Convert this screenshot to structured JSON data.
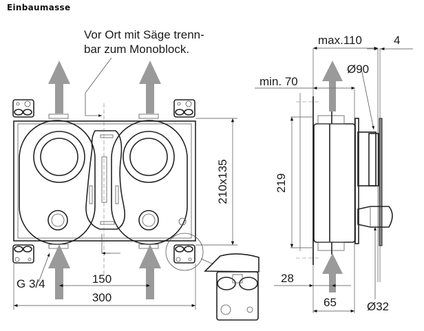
{
  "header": {
    "title": "Einbaumasse"
  },
  "annotations": {
    "note_line1": "Vor Ort mit Säge trenn-",
    "note_line2": "bar zum Monoblock."
  },
  "front_view": {
    "dim_height": "210x135",
    "dim_inner": "150",
    "dim_total": "300",
    "thread": "G 3/4"
  },
  "side_view": {
    "dim_max": "max.110",
    "dim_4": "4",
    "dim_min": "min. 70",
    "dia_90": "Ø90",
    "dim_219": "219",
    "dim_28": "28",
    "dim_65": "65",
    "dia_32": "Ø32"
  },
  "colors": {
    "flow_arrow": "#9a9a9a",
    "line": "#222222"
  }
}
